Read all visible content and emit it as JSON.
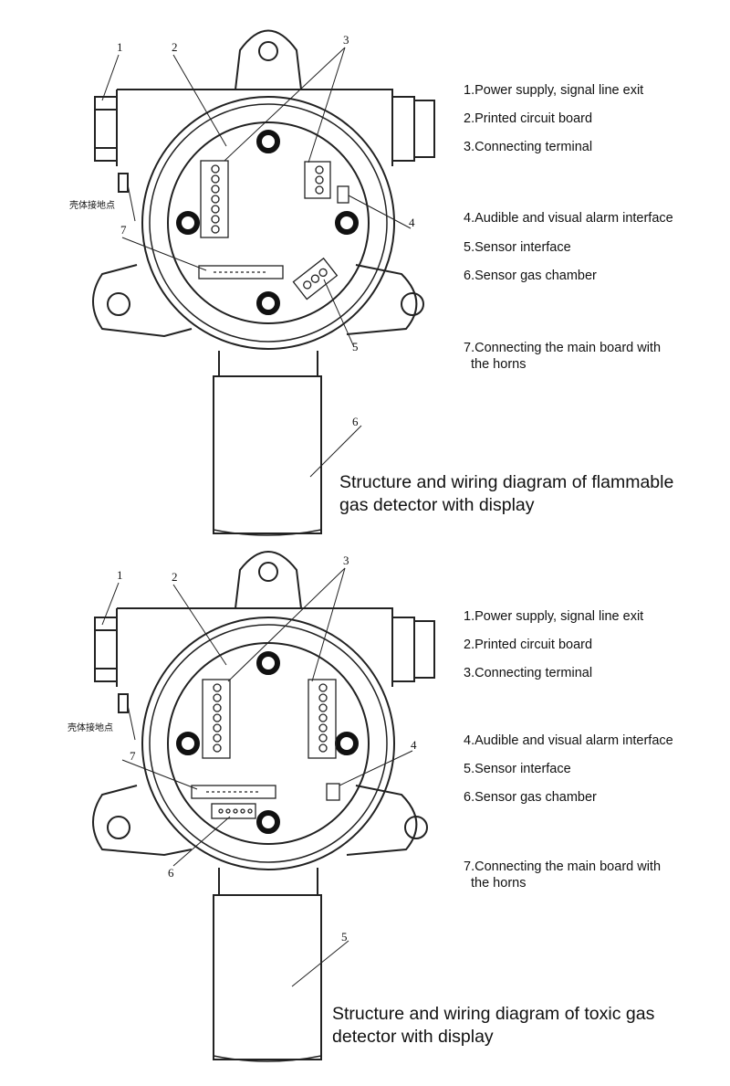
{
  "top_panel": {
    "legend": [
      "1.Power supply, signal line exit",
      "2.Printed circuit board",
      "3.Connecting terminal",
      "4.Audible and visual alarm interface",
      "5.Sensor interface",
      "6.Sensor gas chamber",
      "7.Connecting the main board with",
      "the horns"
    ],
    "caption_line1": "Structure and wiring diagram of flammable",
    "caption_line2": "gas detector with display",
    "callouts": [
      "1",
      "2",
      "3",
      "4",
      "5",
      "6",
      "7"
    ],
    "ground_label": "壳体接地点"
  },
  "bottom_panel": {
    "legend": [
      "1.Power supply, signal line exit",
      "2.Printed circuit board",
      "3.Connecting terminal",
      "4.Audible and visual alarm interface",
      "5.Sensor interface",
      "6.Sensor gas chamber",
      "7.Connecting the main board with",
      "the horns"
    ],
    "caption_line1": "Structure and wiring diagram of toxic gas",
    "caption_line2": "detector with display",
    "callouts": [
      "1",
      "2",
      "3",
      "4",
      "5",
      "6",
      "7"
    ],
    "ground_label": "壳体接地点"
  }
}
